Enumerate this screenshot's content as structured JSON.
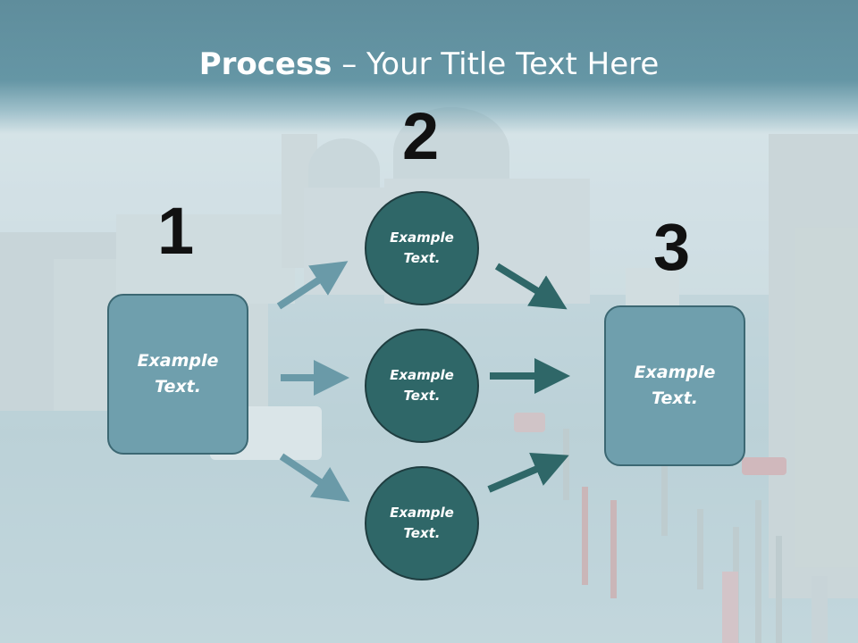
{
  "title": {
    "bold": "Process",
    "rest": " – Your Title Text Here"
  },
  "steps": [
    {
      "number": "1"
    },
    {
      "number": "2"
    },
    {
      "number": "3"
    }
  ],
  "left_box": {
    "text": "Example\nText."
  },
  "middle_nodes": [
    {
      "text": "Example\nText."
    },
    {
      "text": "Example\nText."
    },
    {
      "text": "Example\nText."
    }
  ],
  "right_box": {
    "text": "Example\nText."
  },
  "colors": {
    "banner": "#6596a5",
    "box_fill": "#6f9fad",
    "circle_fill": "#2f6768",
    "light_arrow": "#6a9aa8",
    "dark_arrow": "#2f6768"
  }
}
